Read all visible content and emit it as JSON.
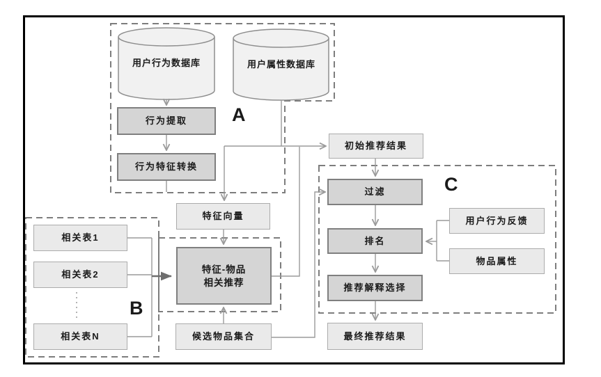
{
  "regions": {
    "a_label": "A",
    "b_label": "B",
    "c_label": "C"
  },
  "nodes": {
    "user_behavior_db": "用户行为数据库",
    "user_attribute_db": "用户属性数据库",
    "behavior_extraction": "行为提取",
    "behavior_feature_conversion": "行为特征转换",
    "feature_vector": "特征向量",
    "initial_results": "初始推荐结果",
    "related_table_1": "相关表1",
    "related_table_2": "相关表2",
    "related_table_n": "相关表N",
    "feature_item_rec_line1": "特征-物品",
    "feature_item_rec_line2": "相关推荐",
    "candidate_items": "候选物品集合",
    "filter": "过滤",
    "ranking": "排名",
    "explanation_selection": "推荐解释选择",
    "final_results": "最终推荐结果",
    "user_feedback": "用户行为反馈",
    "item_attributes": "物品属性"
  },
  "colors": {
    "frame": "#000000",
    "dashed_region": "#7d7d7d",
    "process_fill": "#d5d5d5",
    "process_border": "#7f7f7f",
    "data_fill": "#eaeaea",
    "data_border": "#ababab",
    "cylinder_fill": "#f1f1f1",
    "connector": "#9a9a9a",
    "text": "#1a1a1a"
  }
}
